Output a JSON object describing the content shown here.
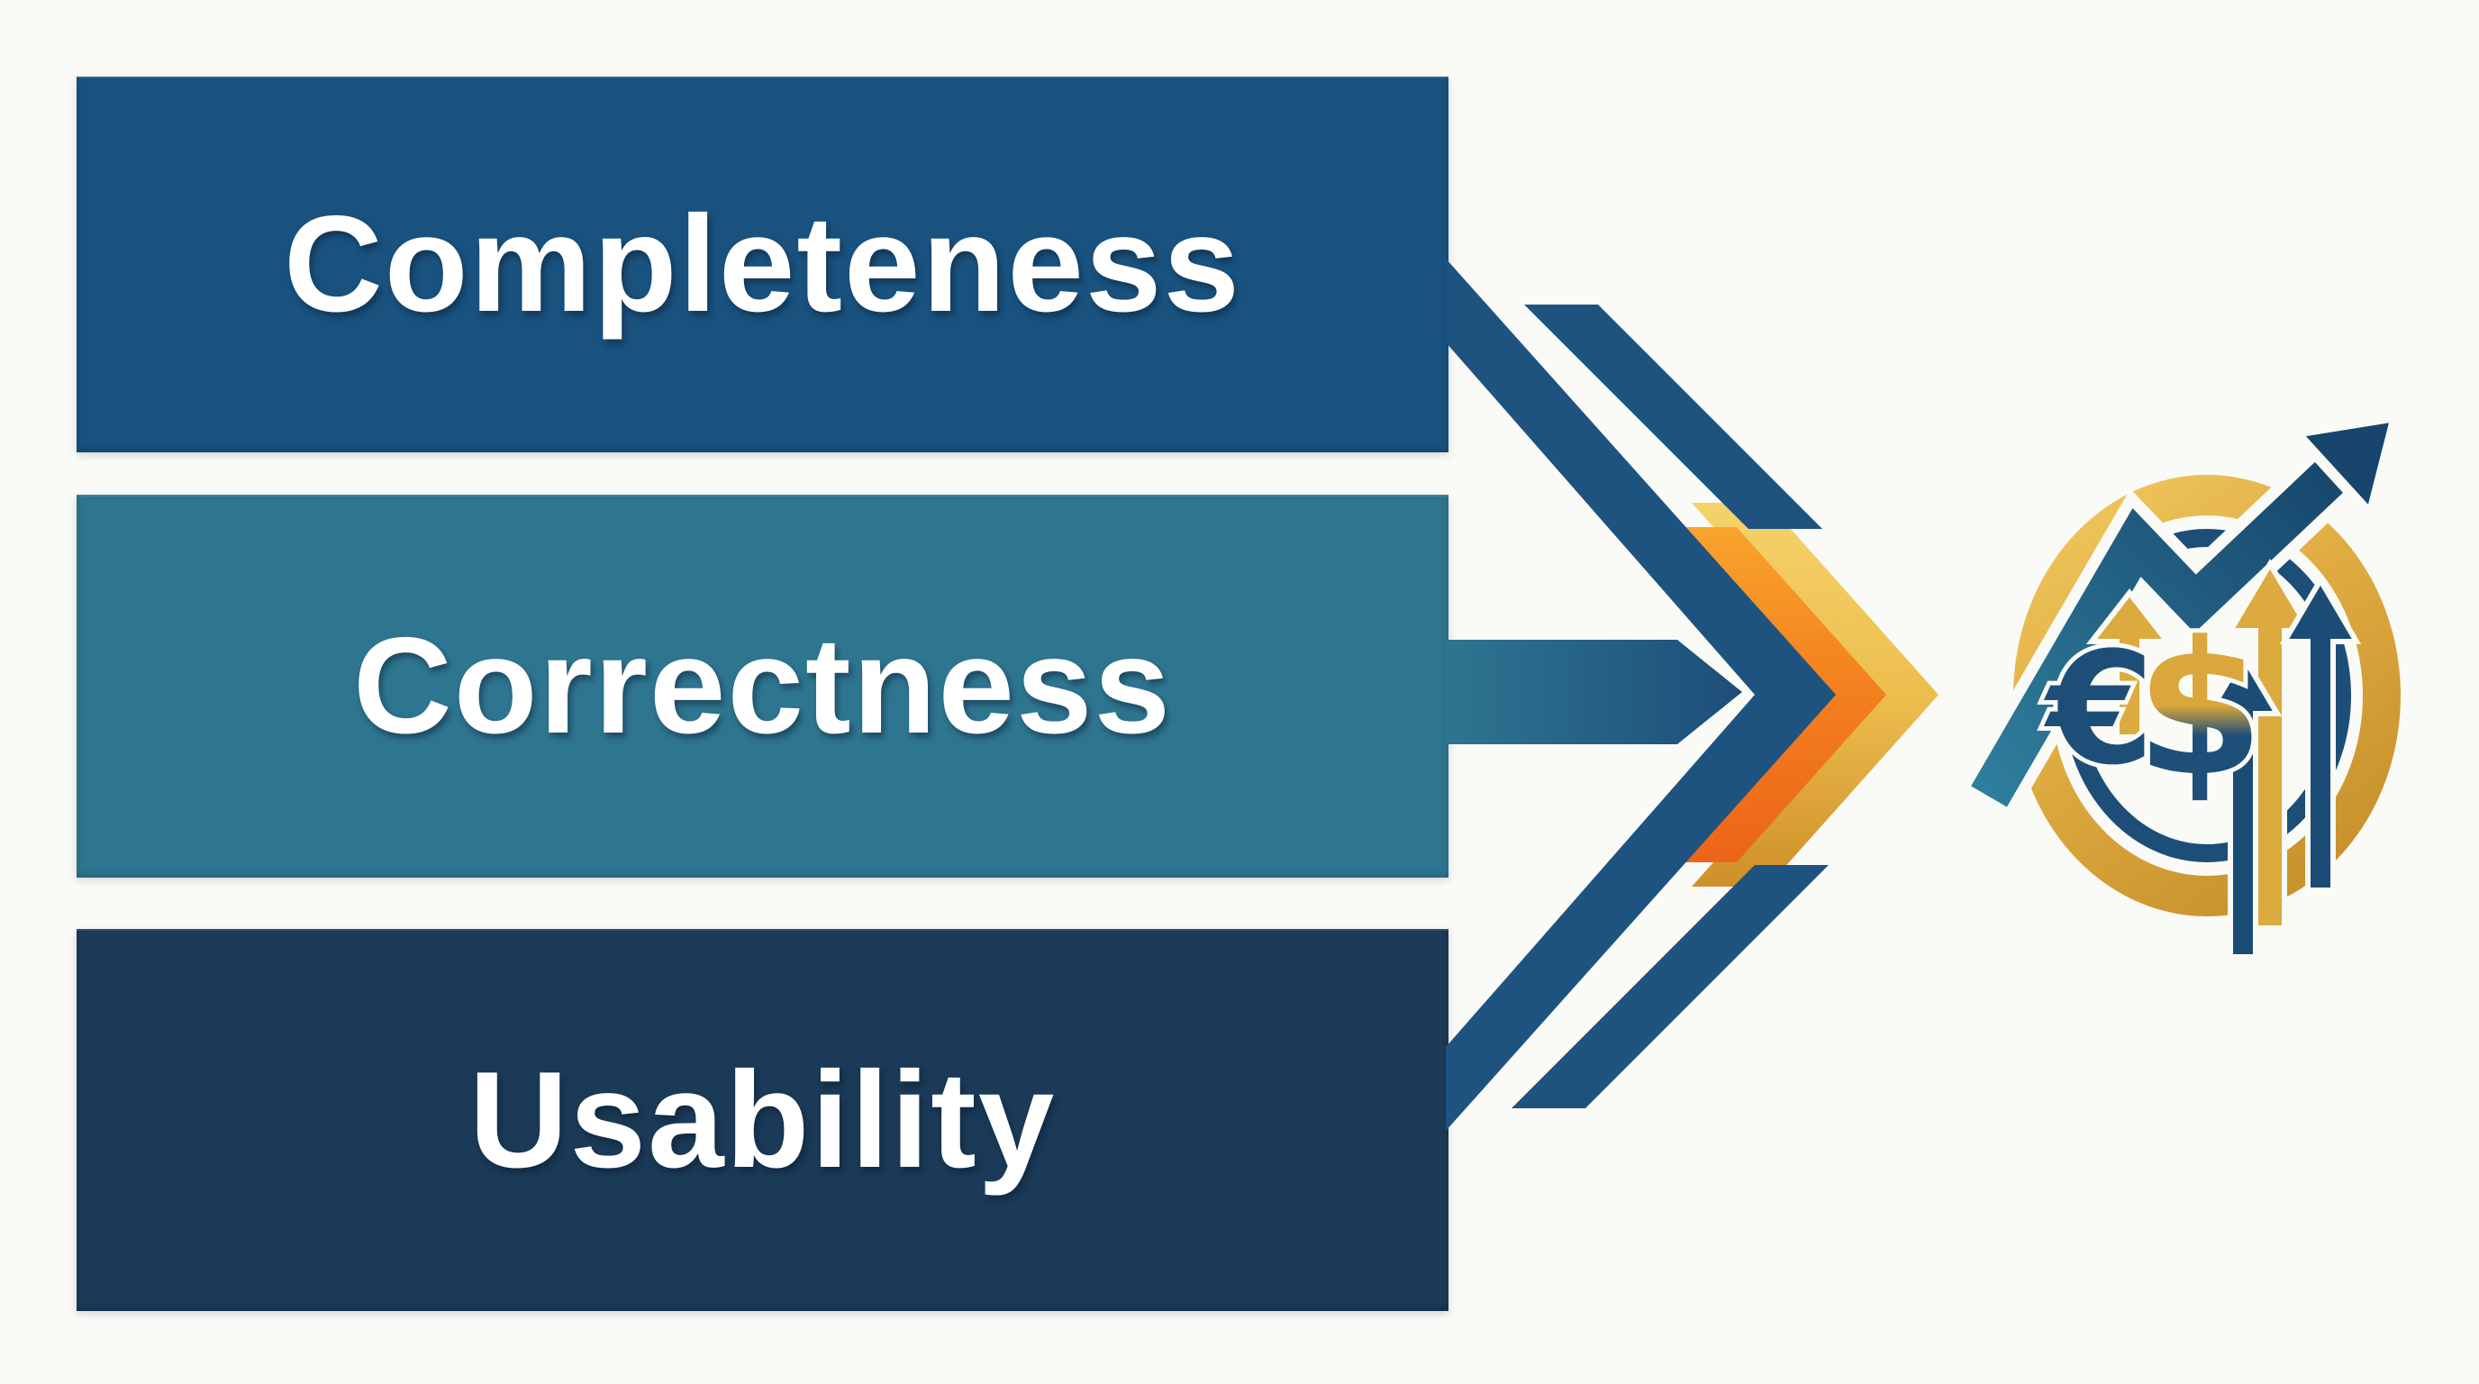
{
  "figure": {
    "background_color": "#FAFAF7",
    "label_text_color": "#FFFFFF"
  },
  "bars": [
    {
      "id": "completeness",
      "label": "Completeness",
      "color": "#19527E"
    },
    {
      "id": "correctness",
      "label": "Correctness",
      "color": "#2E7590"
    },
    {
      "id": "usability",
      "label": "Usability",
      "color": "#1A3A57"
    }
  ],
  "arrow": {
    "blue": "#1E5380",
    "orange_dark": "#EC6418",
    "orange_light": "#F9A42C",
    "gold_dark": "#CE8F28",
    "gold_light": "#F5D26A"
  },
  "icon": {
    "euro_symbol": "€",
    "dollar_symbol": "$",
    "ring_gold": "#DCA63C",
    "ring_navy": "#1D4E77",
    "trend_line_start": "#2F7E9D",
    "trend_line_end": "#17456B",
    "up_arrow_gold": "#DCAA3F",
    "up_arrow_navy": "#1B4C75"
  }
}
